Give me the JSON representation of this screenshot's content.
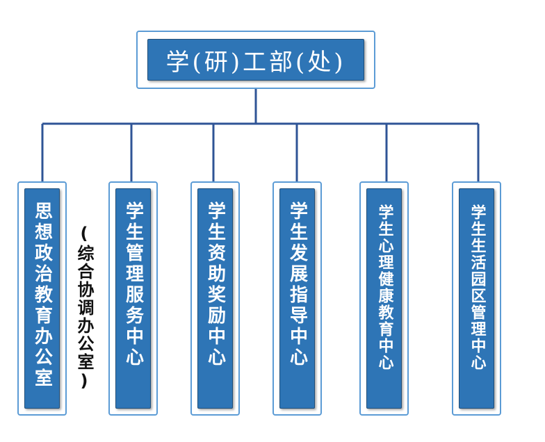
{
  "top": {
    "label": "学(研)工部(处)"
  },
  "departments": [
    {
      "label": "思想政治教育办公室"
    },
    {
      "label": "学生管理服务中心"
    },
    {
      "label": "学生资助奖励中心"
    },
    {
      "label": "学生发展指导中心"
    },
    {
      "label": "学生心理健康教育中心"
    },
    {
      "label": "学生生活园区管理中心"
    }
  ],
  "note": "(综合协调办公室)",
  "colors": {
    "box_fill": "#2e75b6",
    "frame_border": "#5b9bd5",
    "connector": "#2f5496"
  }
}
